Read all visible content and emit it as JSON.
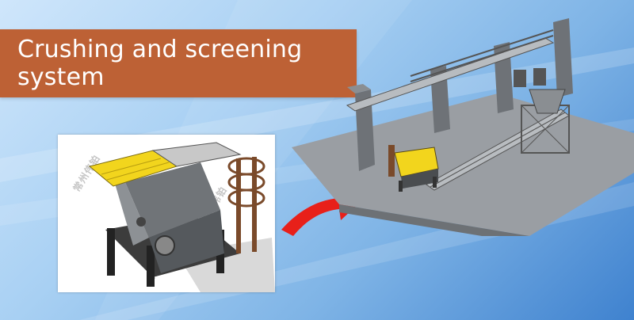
{
  "banner": {
    "title": "Crushing and screening system",
    "color": "#bd6135"
  },
  "inset": {
    "watermarks": [
      "常州伟铂",
      "常州伟铂",
      "常州伟铂"
    ]
  },
  "colors": {
    "background_light": "#cfe6fb",
    "background_dark": "#3f82cf",
    "arrow": "#e8201a",
    "floor": "#9a9ea3",
    "walls": "#6e7277",
    "screen_yellow": "#f2d51d"
  },
  "icons": [
    "curved-arrow-icon"
  ]
}
